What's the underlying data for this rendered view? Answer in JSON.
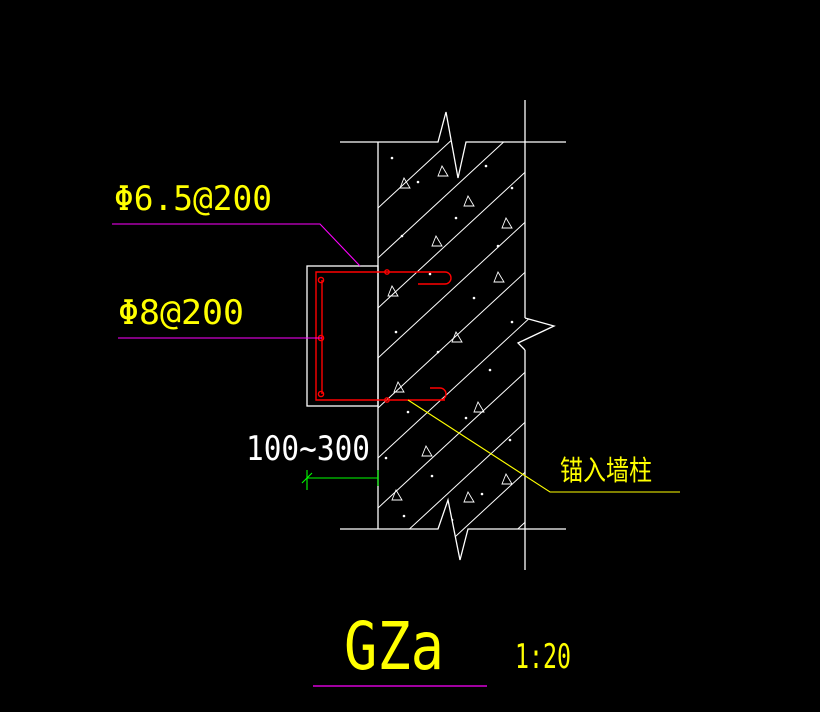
{
  "drawing": {
    "labels": {
      "stirrup": "Φ6.5@200",
      "longitudinal": "Φ8@200",
      "dimension": "100~300",
      "anchor_note": "锚入墙柱",
      "title": "GZa",
      "scale": "1:20"
    },
    "colors": {
      "background": "#000000",
      "outline": "#ffffff",
      "text": "#ffff00",
      "leader": "#ff00ff",
      "rebar": "#ff0000",
      "dimension": "#00ff00"
    }
  }
}
